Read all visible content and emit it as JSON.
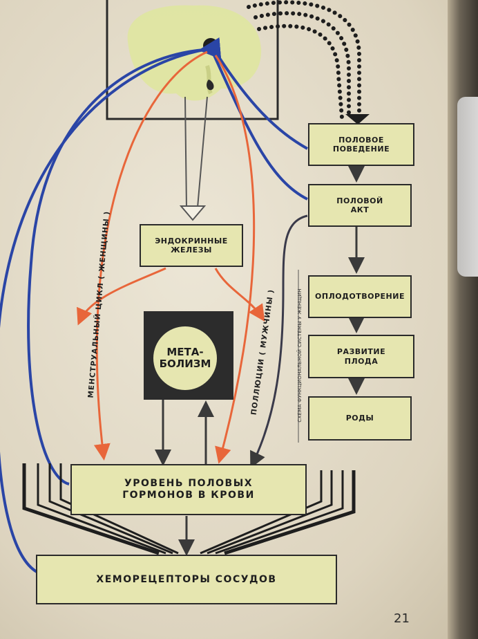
{
  "boxes": {
    "sexual_behavior": "ПОЛОВОЕ\nПОВЕДЕНИЕ",
    "sexual_act": "ПОЛОВОЙ\nАКТ",
    "fertilization": "ОПЛОДОТВОРЕНИЕ",
    "fetal_development": "РАЗВИТИЕ\nПЛОДА",
    "birth": "РОДЫ",
    "endocrine_glands": "ЭНДОКРИННЫЕ\nЖЕЛЕЗЫ",
    "hormone_level": "УРОВЕНЬ ПОЛОВЫХ\nГОРМОНОВ В КРОВИ",
    "chemoreceptors": "ХЕМОРЕЦЕПТОРЫ СОСУДОВ"
  },
  "metabolism": "МЕТА-\nБОЛИЗМ",
  "labels": {
    "menstrual_cycle": "МЕНСТРУАЛЬНЫЙ  ЦИКЛ ( ЖЕНЩИНЫ )",
    "pollutions": "ПОЛЛЮЦИИ ( МУЖЧИНЫ )",
    "female_scheme": "СХЕМА ФУНКЦИОНАЛЬНОЙ СИСТЕМЫ У ЖЕНЩИН"
  },
  "page_number": "21",
  "colors": {
    "box_fill": "#e6e6b0",
    "blue_arrow": "#2a45a6",
    "orange_arrow": "#e8663a",
    "dark_arrow": "#3a3a3a",
    "brain": "#dfe6a0"
  }
}
